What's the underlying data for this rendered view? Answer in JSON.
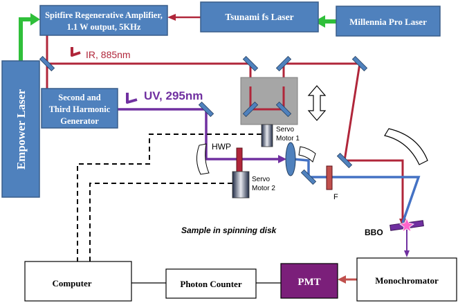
{
  "boxes": {
    "spitfire_line1": "Spitfire Regenerative Amplifier,",
    "spitfire_line2": "1.1 W output, 5KHz",
    "tsunami": "Tsunami fs Laser",
    "millennia": "Millennia Pro Laser",
    "empower": "Empower Laser",
    "harmonic_line1": "Second and",
    "harmonic_line2": "Third Harmonic",
    "harmonic_line3": "Generator",
    "computer": "Computer",
    "photon_counter": "Photon Counter",
    "pmt": "PMT",
    "monochromator": "Monochromator"
  },
  "labels": {
    "ir": "IR, 885nm",
    "uv": "UV,  295nm",
    "hwp": "HWP",
    "servo1_line1": "Servo",
    "servo1_line2": "Motor 1",
    "servo2_line1": "Servo",
    "servo2_line2": "Motor 2",
    "filter": "F",
    "sample": "Sample in spinning disk",
    "bbo": "BBO"
  },
  "colors": {
    "box_fill": "#4f81bd",
    "ir_beam": "#b0263a",
    "uv_beam": "#7030a0",
    "combined_beam": "#4472c4",
    "pump_arrow": "#2fbf3a",
    "pmt_fill": "#7b1f7a"
  }
}
